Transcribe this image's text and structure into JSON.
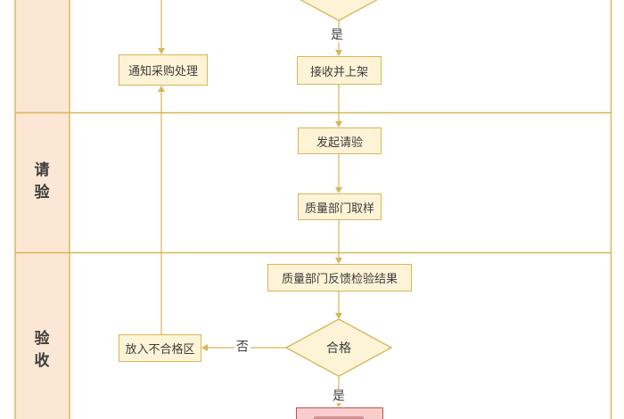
{
  "diagram": {
    "kind": "swimlane-flowchart",
    "language": "zh-CN"
  },
  "lanes": {
    "inspection_request": {
      "label": "请验"
    },
    "acceptance": {
      "label": "验收"
    }
  },
  "nodes": {
    "notify_purchasing": {
      "label": "通知采购处理",
      "type": "process"
    },
    "receive_and_shelve": {
      "label": "接收并上架",
      "type": "process"
    },
    "initiate_inspection": {
      "label": "发起请验",
      "type": "process"
    },
    "quality_sampling": {
      "label": "质量部门取样",
      "type": "process"
    },
    "quality_feedback": {
      "label": "质量部门反馈检验结果",
      "type": "process"
    },
    "qualified_decision": {
      "label": "合格",
      "type": "decision"
    },
    "top_decision": {
      "label": "",
      "type": "decision",
      "clipped": true
    },
    "place_nonconforming": {
      "label": "放入不合格区",
      "type": "process"
    },
    "bottom_result": {
      "label": "",
      "type": "process-danger",
      "clipped": true
    }
  },
  "edge_labels": {
    "top_yes": "是",
    "bottom_yes": "是",
    "no": "否"
  },
  "colors": {
    "lane_fill": "#fbe7d3",
    "lane_border": "#d6b656",
    "node_fill": "#fdf3d6",
    "node_border": "#d6b656",
    "edge": "#d6b656",
    "text": "#3d3d3d",
    "danger_fill": "#f8cecc",
    "danger_border": "#b85450",
    "background": "#ffffff"
  }
}
